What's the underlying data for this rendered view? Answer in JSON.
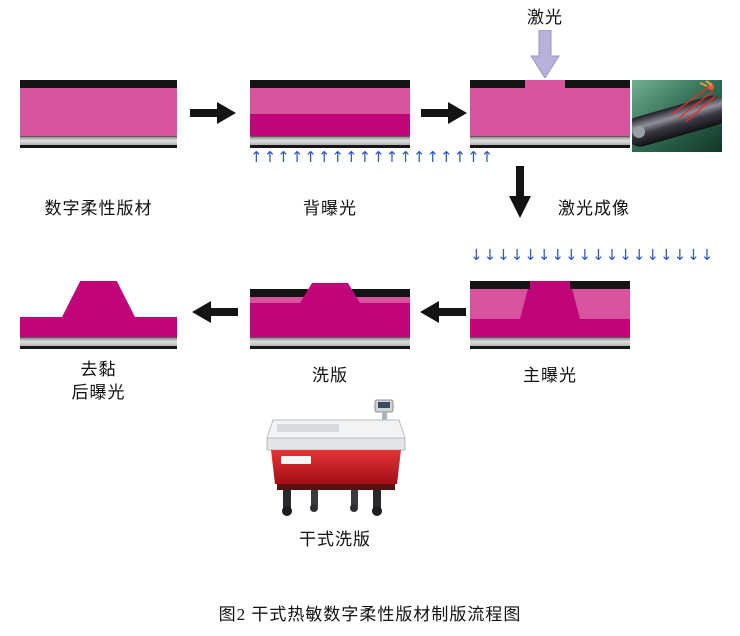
{
  "caption": "图2 干式热敏数字柔性版材制版流程图",
  "flow": {
    "laser_label": "激光",
    "step1": {
      "label": "数字柔性版材"
    },
    "step2": {
      "label": "背曝光"
    },
    "step3": {
      "label": "激光成像"
    },
    "step4": {
      "label": "主曝光"
    },
    "step5": {
      "label": "洗版"
    },
    "step6": {
      "label_line1": "去黏",
      "label_line2": "后曝光"
    },
    "machine": {
      "label": "干式洗版"
    }
  },
  "decorations": {
    "up_arrows": "↑↑↑↑↑↑↑↑↑↑↑↑↑↑↑↑↑↑",
    "down_arrows": "↓↓↓↓↓↓↓↓↓↓↓↓↓↓↓↓↓↓"
  },
  "colors": {
    "plate_pink": "#d8539d",
    "plate_magenta": "#c00579",
    "plate_black": "#141414",
    "uv_blue": "#2a57c4",
    "laser_lavender": "#b9b1dc",
    "machine_red": "#cc1a1a"
  }
}
